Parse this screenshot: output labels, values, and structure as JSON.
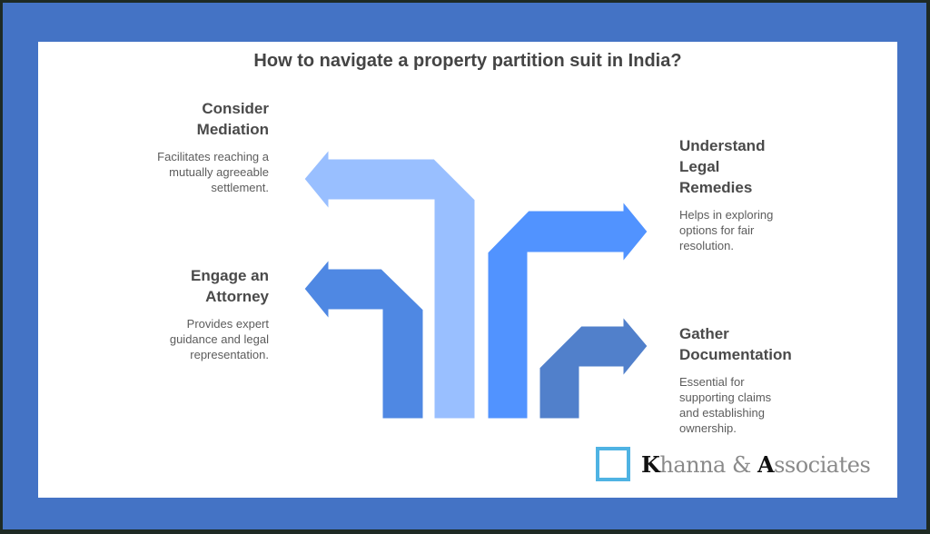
{
  "title": "How to navigate a property partition suit in India?",
  "colors": {
    "outer_border": "#4473c5",
    "canvas": "#ffffff",
    "arrow_mediation": "#99bfff",
    "arrow_attorney": "#4f88e3",
    "arrow_remedies": "#5193ff",
    "arrow_documentation": "#5180cb",
    "logo_box": "#4fb3e3"
  },
  "steps": [
    {
      "id": "mediation",
      "heading": "Consider Mediation",
      "heading_lines": [
        "Consider",
        "Mediation"
      ],
      "description": "Facilitates reaching a mutually agreeable settlement.",
      "description_lines": [
        "Facilitates reaching a",
        "mutually agreeable",
        "settlement."
      ],
      "side": "left"
    },
    {
      "id": "attorney",
      "heading": "Engage an Attorney",
      "heading_lines": [
        "Engage an",
        "Attorney"
      ],
      "description": "Provides expert guidance and legal representation.",
      "description_lines": [
        "Provides expert",
        "guidance and legal",
        "representation."
      ],
      "side": "left"
    },
    {
      "id": "remedies",
      "heading": "Understand Legal Remedies",
      "heading_lines": [
        "Understand",
        "Legal",
        "Remedies"
      ],
      "description": "Helps in exploring options for fair resolution.",
      "description_lines": [
        "Helps in exploring",
        "options for fair",
        "resolution."
      ],
      "side": "right"
    },
    {
      "id": "documentation",
      "heading": "Gather Documentation",
      "heading_lines": [
        "Gather",
        "Documentation"
      ],
      "description": "Essential for supporting claims and establishing ownership.",
      "description_lines": [
        "Essential for",
        "supporting claims",
        "and establishing",
        "ownership."
      ],
      "side": "right"
    }
  ],
  "logo": {
    "initial_1": "K",
    "rest_1": "hanna & ",
    "initial_2": "A",
    "rest_2": "ssociates",
    "full": "Khanna & Associates"
  }
}
